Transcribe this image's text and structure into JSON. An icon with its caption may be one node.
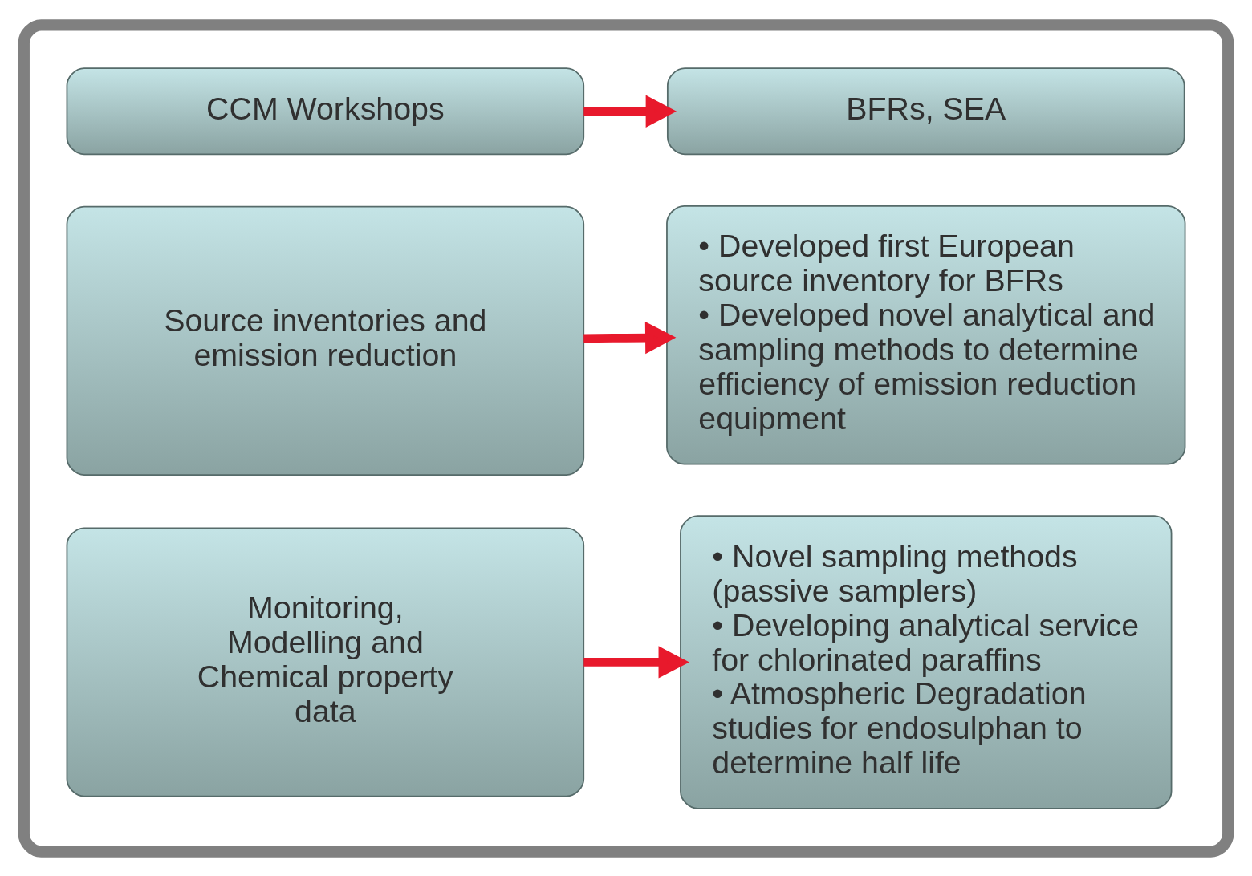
{
  "diagram": {
    "nodes": [
      {
        "text": [],
        "shape": "box"
      },
      {
        "text": [
          "CCM Workshops"
        ],
        "in": 0
      },
      {
        "text": [
          "BFRs, SEA"
        ],
        "in": 0
      },
      {
        "text": [
          "Source inventories and emission reduction"
        ],
        "in": 0
      },
      {
        "text": [
          "• Developed first European source inventory for BFRs",
          "• Developed novel analytical and sampling methods to determine efficiency of emission reduction equipment"
        ],
        "in": 0
      },
      {
        "text": [
          "Monitoring, Modelling and Chemical property data"
        ],
        "in": 0
      },
      {
        "text": [
          "• Novel sampling methods (passive samplers)",
          "• Developing analytical service for chlorinated paraffins",
          "• Atmospheric Degradation studies for endosulphan to determine half life"
        ],
        "in": 0
      }
    ],
    "edges": [
      {
        "from": 1,
        "to": 2,
        "arrow": "to"
      },
      {
        "from": 3,
        "to": 4,
        "arrow": "to"
      },
      {
        "from": 5,
        "to": 6,
        "arrow": "to"
      }
    ]
  }
}
